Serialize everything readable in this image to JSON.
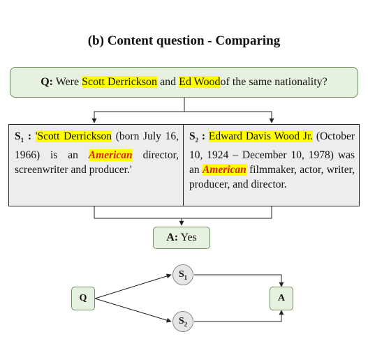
{
  "title": "(b) Content question - Comparing",
  "question": {
    "label": "Q:",
    "parts": [
      "Were",
      "Scott Derrickson",
      "and",
      "Ed Wood",
      "of the same nationality?"
    ]
  },
  "s1": {
    "label": "S",
    "sub": "1",
    "colon": ":",
    "entity": "'Scott Derrickson",
    "text_a": "(born July 16, 1966) is an",
    "highlight": "American",
    "text_b": "director, screenwriter and producer.'"
  },
  "s2": {
    "label": "S",
    "sub": "2",
    "colon": ":",
    "entity": "Edward Davis Wood Jr.",
    "text_a": "(October 10, 1924 – December 10, 1978) was an",
    "highlight": "American",
    "text_b": "filmmaker, actor, writer, producer, and director."
  },
  "answer": {
    "label": "A:",
    "value": "Yes"
  },
  "graph": {
    "q": "Q",
    "a": "A",
    "s1": {
      "label": "S",
      "sub": "1"
    },
    "s2": {
      "label": "S",
      "sub": "2"
    }
  }
}
